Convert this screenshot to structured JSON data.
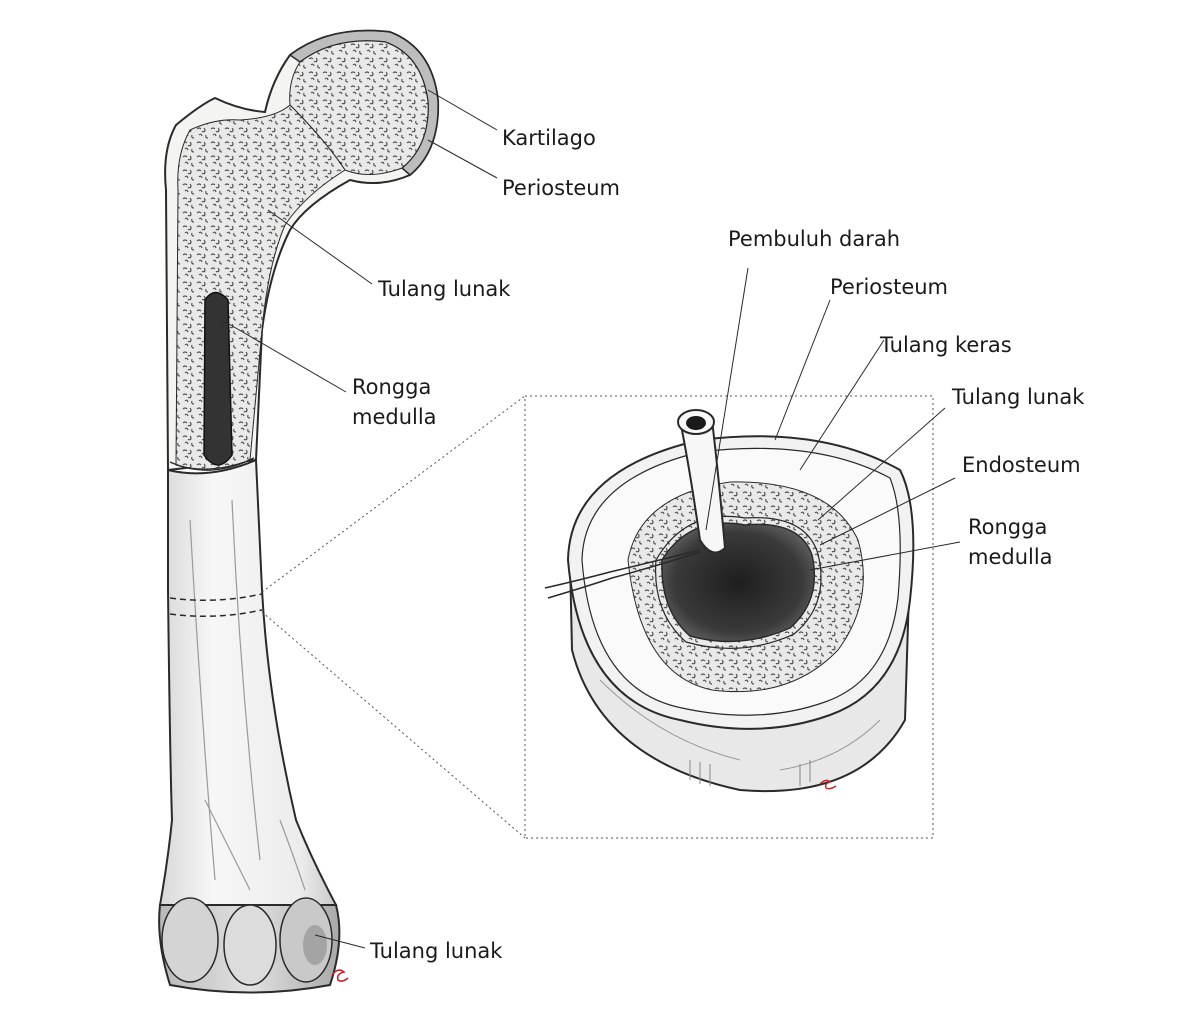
{
  "femur_labels": {
    "kartilago": "Kartilago",
    "periosteum": "Periosteum",
    "tulang_lunak_upper": "Tulang lunak",
    "rongga_line1": "Rongga",
    "rongga_line2": "medulla",
    "tulang_lunak_lower": "Tulang lunak"
  },
  "section_labels": {
    "pembuluh_darah": "Pembuluh darah",
    "periosteum": "Periosteum",
    "tulang_keras": "Tulang keras",
    "tulang_lunak": "Tulang lunak",
    "endosteum": "Endosteum",
    "rongga_line1": "Rongga",
    "rongga_line2": "medulla"
  },
  "colors": {
    "ink": "#2a2a2a",
    "bone": "#f4f4f2",
    "cartilage": "#bdbdbd",
    "spongy": "#555555",
    "marrow": "#2e2e2e",
    "signature": "#c0262d"
  }
}
